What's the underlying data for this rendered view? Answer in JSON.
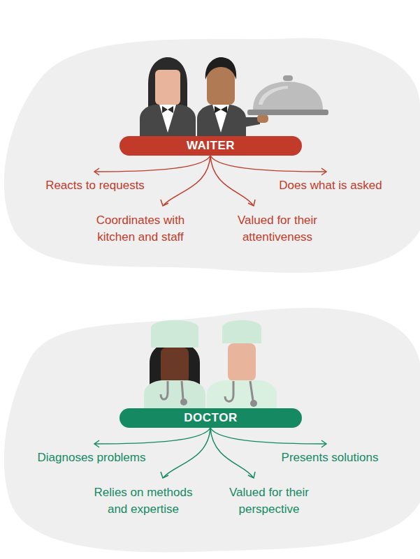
{
  "diagram": {
    "nodes": [
      {
        "text": [
          "WAITER"
        ]
      },
      {
        "text": [
          "DOCTOR"
        ]
      }
    ],
    "labels": [
      "Reacts to requests",
      "Does what is asked",
      "Coordinates with kitchen and staff",
      "Valued for their attentiveness",
      "Diagnoses problems",
      "Presents solutions",
      "Relies on methods and expertise",
      "Valued for their perspective"
    ]
  }
}
